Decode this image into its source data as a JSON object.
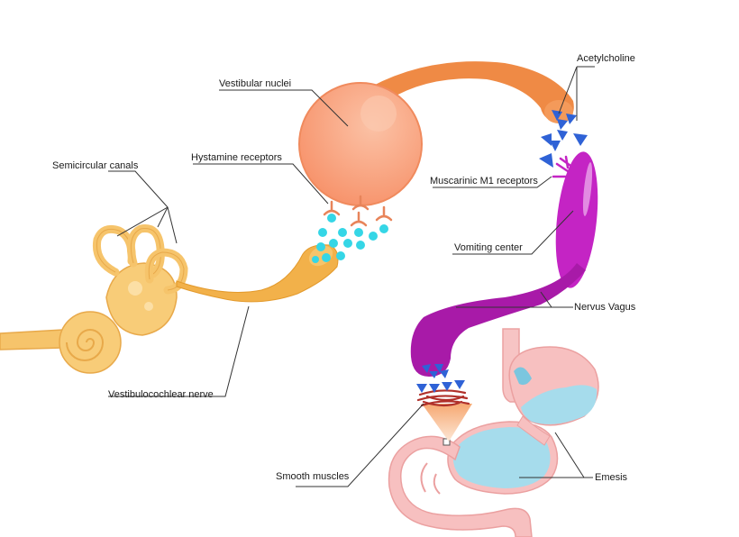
{
  "labels": {
    "vestibular_nuclei": "Vestibular nuclei",
    "acetylcholine": "Acetylcholine",
    "semicircular_canals": "Semicircular canals",
    "hystamine_receptors": "Hystamine receptors",
    "muscarinic_receptors": "Muscarinic M1 receptors",
    "vomiting_center": "Vomiting center",
    "nervus_vagus": "Nervus Vagus",
    "vestibulocochlear_nerve": "Vestibulocochlear nerve",
    "smooth_muscles": "Smooth muscles",
    "emesis": "Emesis"
  },
  "colors": {
    "ear": "#f6c46b",
    "ear_outline": "#e8a94a",
    "nerve": "#f2b14a",
    "nucleus": "#f9a27e",
    "nucleus_outline": "#f08a5d",
    "axon": "#ef8a45",
    "histamine_dots": "#35d6e6",
    "acetylcholine": "#2f62d6",
    "vomiting_center": "#c424c4",
    "vagus": "#a81aa8",
    "stomach": "#f7b8b8",
    "stomach_fluid": "#9ad9ea",
    "smooth_muscle": "#c0392b",
    "leader_line": "#333333"
  }
}
